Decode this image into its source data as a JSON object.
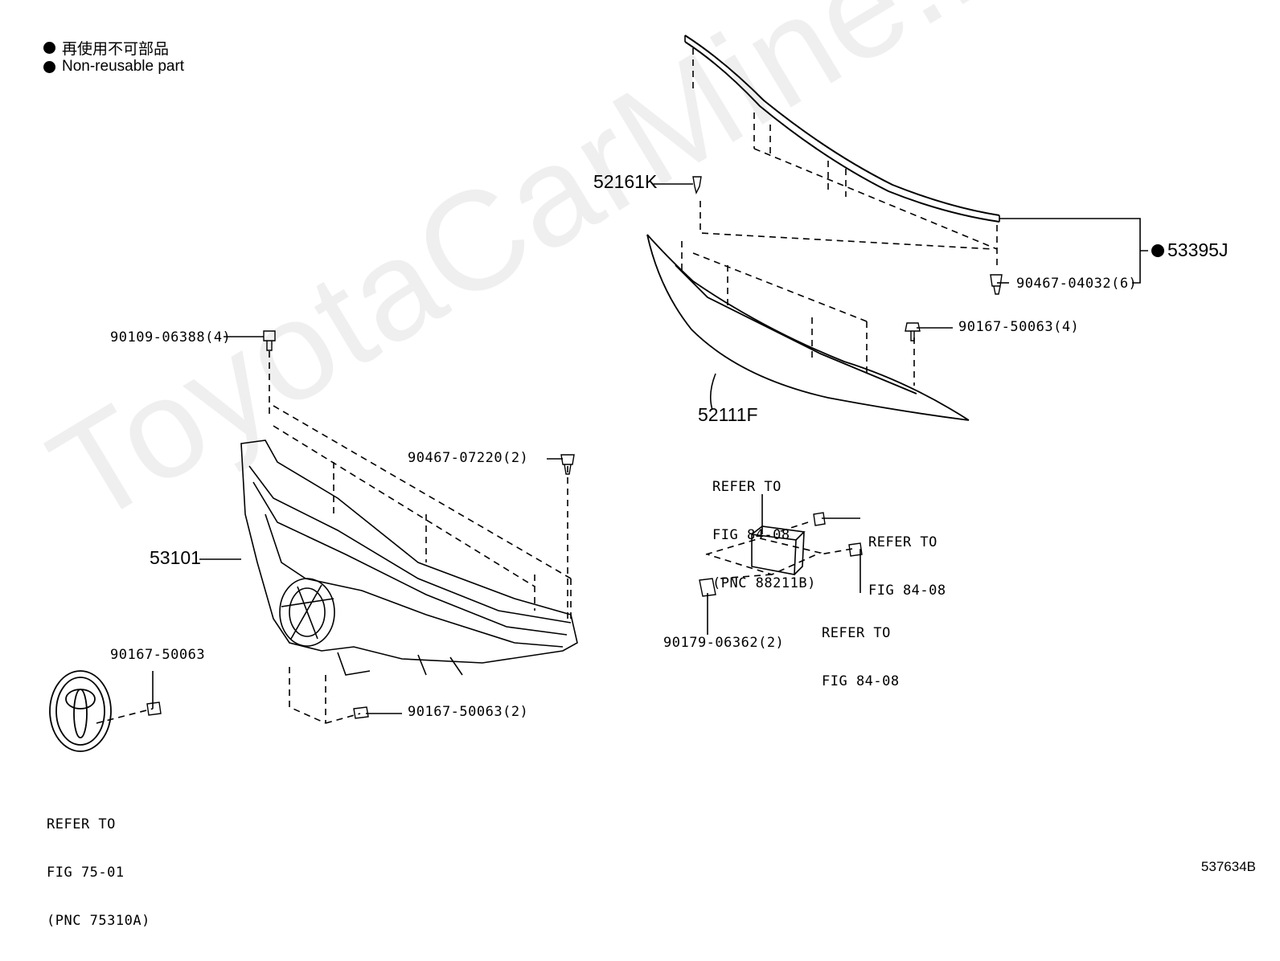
{
  "legend": [
    {
      "text": "再使用不可部品"
    },
    {
      "text": "Non-reusable part"
    }
  ],
  "watermark": "ToyotaCarMine.ru",
  "diagram_id": "537634B",
  "labels": {
    "p52161K": "52161K",
    "p53395J": "53395J",
    "p90467_04032": "90467-04032(6)",
    "p90167_50063_4": "90167-50063(4)",
    "p52111F": "52111F",
    "p90109": "90109-06388(4)",
    "p90467_07220": "90467-07220(2)",
    "p53101": "53101",
    "p90167_50063": "90167-50063",
    "p90167_50063_2": "90167-50063(2)",
    "p90179": "90179-06362(2)",
    "ref_88211B": [
      "REFER TO",
      "FIG 84-08",
      "(PNC 88211B)"
    ],
    "ref_8408a": [
      "REFER TO",
      "FIG 84-08"
    ],
    "ref_8408b": [
      "REFER TO",
      "FIG 84-08"
    ],
    "ref_75310A": [
      "REFER TO",
      "FIG 75-01",
      "(PNC 75310A)"
    ]
  }
}
